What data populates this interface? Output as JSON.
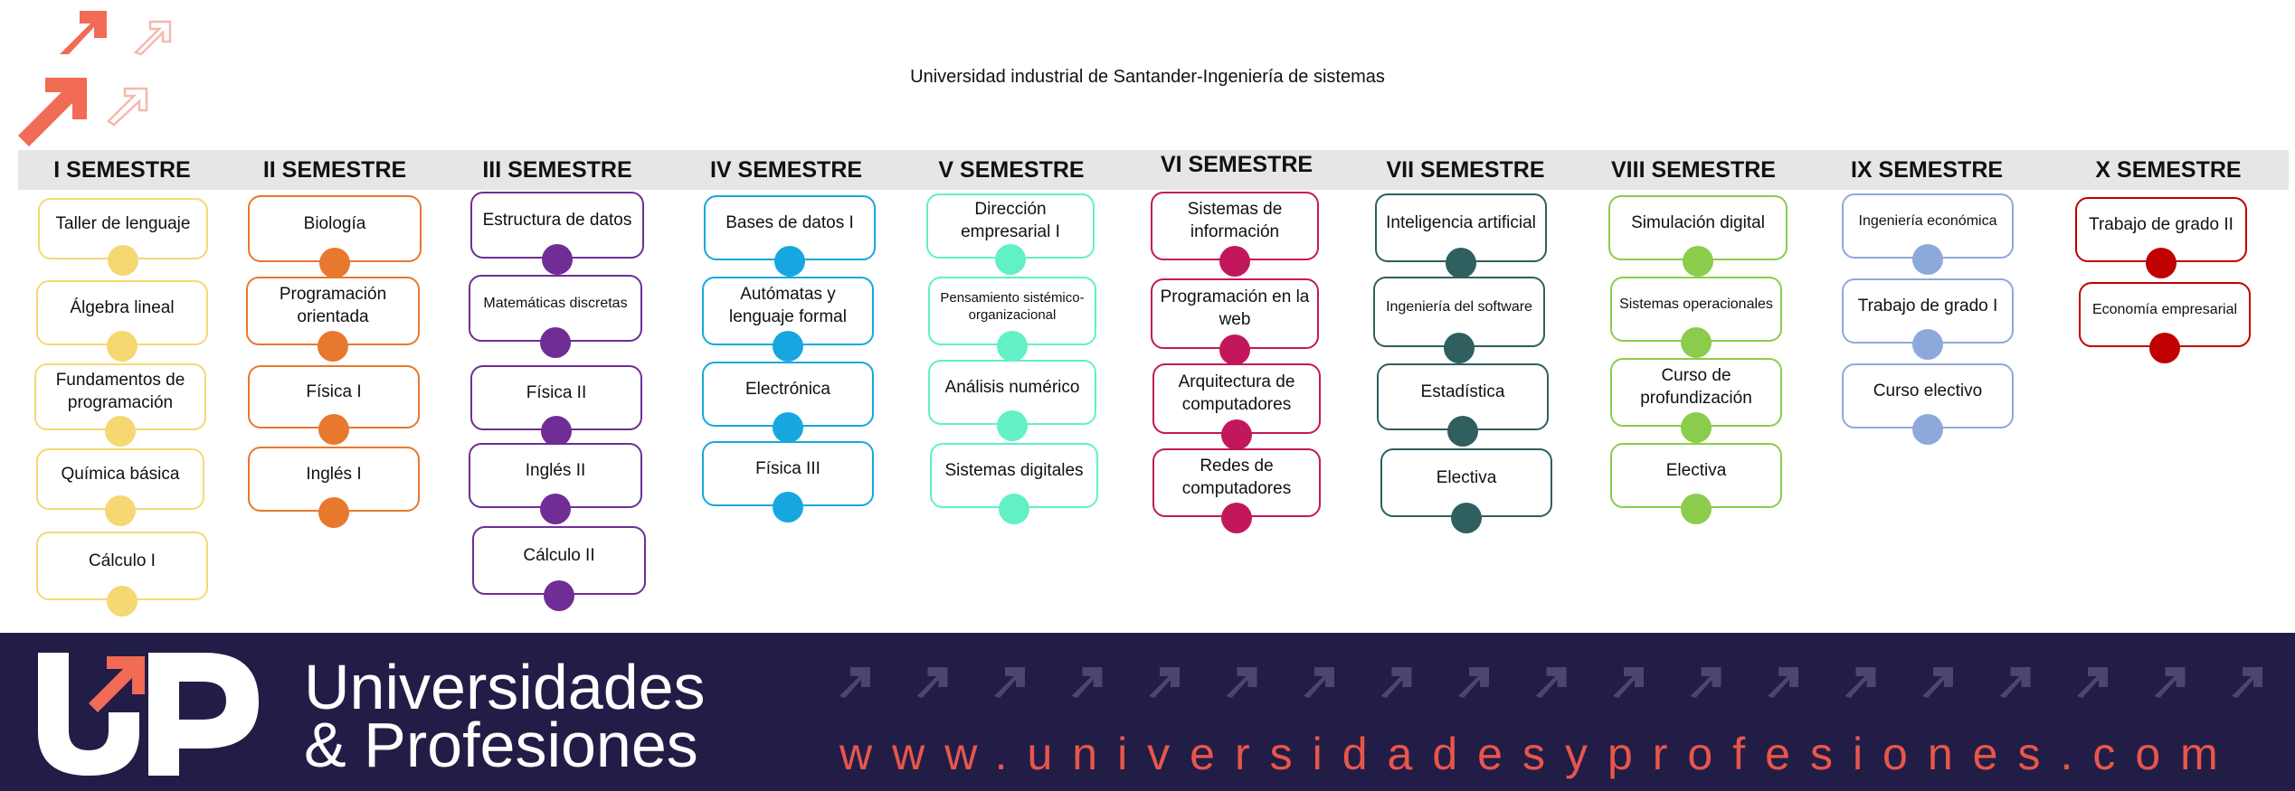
{
  "title": "Universidad industrial de Santander-Ingeniería de sistemas",
  "semesters": [
    {
      "name": "I SEMESTRE",
      "color": "#f6d872",
      "courses": [
        "Taller de lenguaje",
        "Álgebra lineal",
        "Fundamentos de programación",
        "Química básica",
        "Cálculo I"
      ]
    },
    {
      "name": "II SEMESTRE",
      "color": "#e8782d",
      "courses": [
        "Biología",
        "Programación orientada",
        "Física I",
        "Inglés I"
      ]
    },
    {
      "name": "III SEMESTRE",
      "color": "#6f2d95",
      "courses": [
        "Estructura de datos",
        "Matemáticas discretas",
        "Física II",
        "Inglés II",
        "Cálculo II"
      ]
    },
    {
      "name": "IV SEMESTRE",
      "color": "#17a7e0",
      "courses": [
        "Bases de datos I",
        "Autómatas y lenguaje formal",
        "Electrónica",
        "Física III"
      ]
    },
    {
      "name": "V SEMESTRE",
      "color": "#62f0c6",
      "courses": [
        "Dirección empresarial I",
        "Pensamiento sistémico-organizacional",
        "Análisis numérico",
        "Sistemas digitales"
      ]
    },
    {
      "name": "VI SEMESTRE",
      "color": "#c2185b",
      "courses": [
        "Sistemas de información",
        "Programación en la web",
        "Arquitectura de computadores",
        "Redes de computadores"
      ]
    },
    {
      "name": "VII SEMESTRE",
      "color": "#2f5f5f",
      "courses": [
        "Inteligencia artificial",
        "Ingeniería del software",
        "Estadística",
        "Electiva"
      ]
    },
    {
      "name": "VIII SEMESTRE",
      "color": "#8ccc4c",
      "courses": [
        "Simulación digital",
        "Sistemas operacionales",
        "Curso de profundización",
        "Electiva"
      ]
    },
    {
      "name": "IX SEMESTRE",
      "color": "#8da9dc",
      "courses": [
        "Ingeniería económica",
        "Trabajo de grado I",
        "Curso electivo"
      ]
    },
    {
      "name": "X SEMESTRE",
      "color": "#c00000",
      "courses": [
        "Trabajo de grado II",
        "Economía empresarial"
      ]
    }
  ],
  "footer": {
    "brand_line1": "Universidades",
    "brand_line2": "& Profesiones",
    "url": "www.universidadesyprofesiones.com"
  },
  "colors": {
    "footer_bg": "#221d47",
    "accent": "#e8564a"
  },
  "icons": [
    "logo-arrows-icon",
    "up-logo-icon",
    "diagonal-arrow-icon"
  ]
}
